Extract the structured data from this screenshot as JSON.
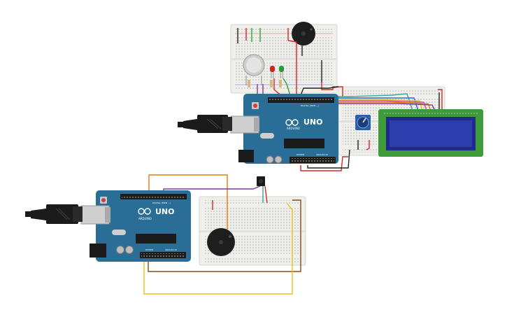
{
  "boards": [
    {
      "id": "top",
      "model_label": "UNO",
      "brand_label": "ARDUINO",
      "digital_label": "DIGITAL (PWM ~)",
      "power_label": "POWER",
      "analog_label": "ANALOG IN"
    },
    {
      "id": "bottom",
      "model_label": "UNO",
      "brand_label": "ARDUINO",
      "digital_label": "DIGITAL (PWM ~)",
      "power_label": "POWER",
      "analog_label": "ANALOG IN"
    }
  ],
  "components": {
    "top_circuit": [
      "breadboard-small",
      "breadboard-large",
      "buzzer",
      "gas-sensor",
      "led-red",
      "led-green",
      "resistors",
      "potentiometer",
      "lcd-16x2",
      "usb-cable"
    ],
    "bottom_circuit": [
      "breadboard",
      "buzzer",
      "push-button",
      "usb-cable"
    ]
  },
  "colors": {
    "board": "#2a6d96",
    "breadboard": "#efefec",
    "lcd_screen": "#1f2a8a",
    "lcd_pcb": "#3f9a3a",
    "wire_red": "#d62828",
    "wire_orange": "#e07b10",
    "wire_brown": "#8b4a1c",
    "wire_yellow": "#e8c21a",
    "wire_purple": "#7a3d9c",
    "wire_green": "#2fa33a",
    "wire_blue": "#2f6bd1",
    "wire_black": "#222222",
    "wire_teal": "#3aa8a0",
    "wire_pink": "#d04a9a"
  }
}
